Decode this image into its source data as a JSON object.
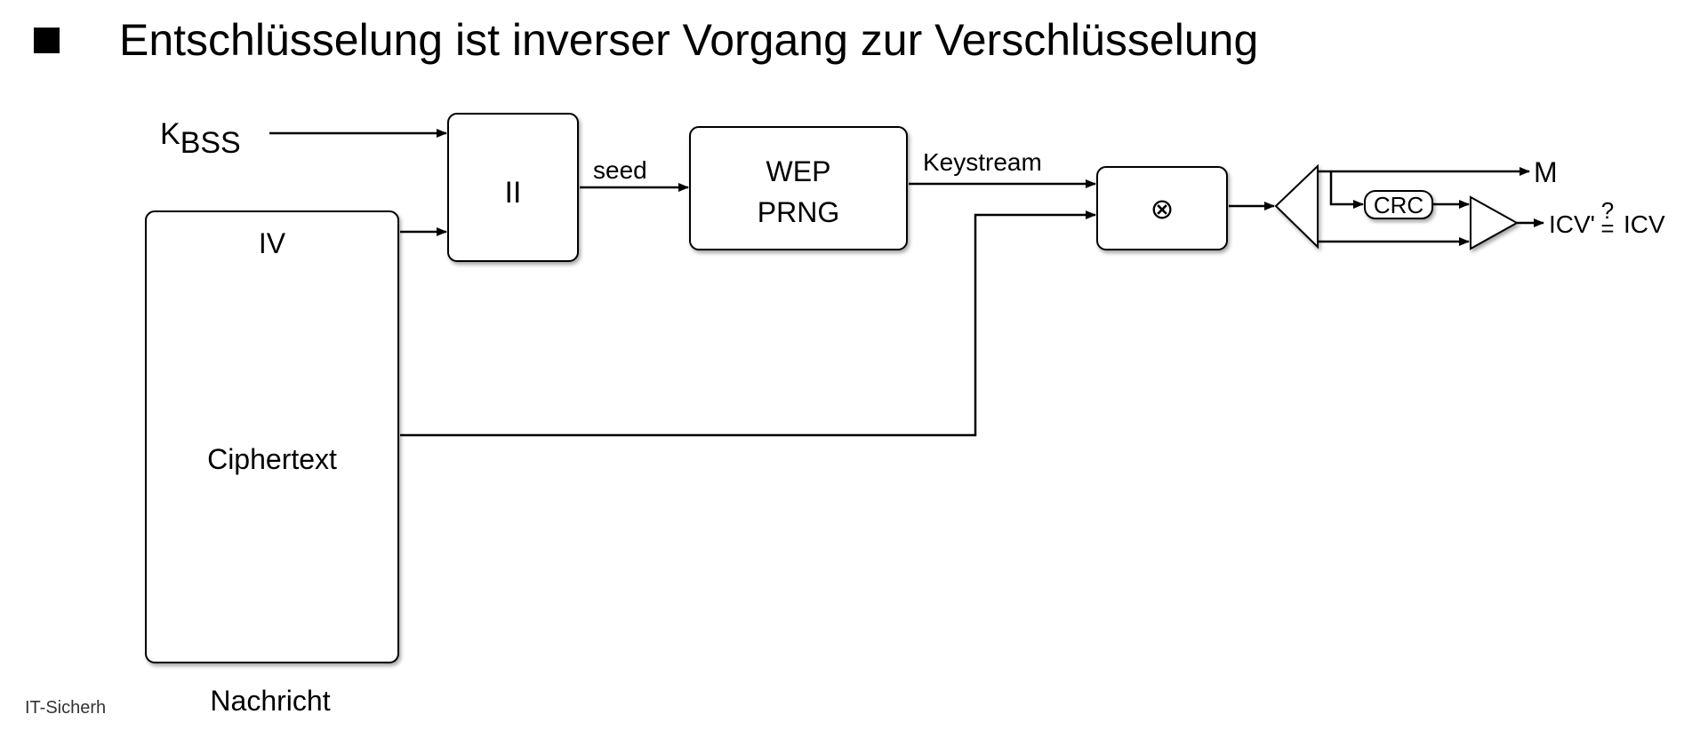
{
  "heading": {
    "bullet": "square-bullet",
    "text": "Entschlüsselung ist inverser Vorgang zur Verschlüsselung"
  },
  "footer": {
    "text": "IT-Sicherh"
  },
  "diagram": {
    "k_label": "K",
    "k_subscript": "BSS",
    "concat_label": "II",
    "seed_label": "seed",
    "prng_line1": "WEP",
    "prng_line2": "PRNG",
    "keystream_label": "Keystream",
    "xor_symbol": "⊗",
    "crc_label": "CRC",
    "output_m": "M",
    "compare_label_left": "ICV'",
    "compare_question": "?",
    "compare_equals": "=",
    "compare_label_right": "ICV",
    "message_iv": "IV",
    "message_ciphertext": "Ciphertext",
    "message_caption": "Nachricht"
  }
}
